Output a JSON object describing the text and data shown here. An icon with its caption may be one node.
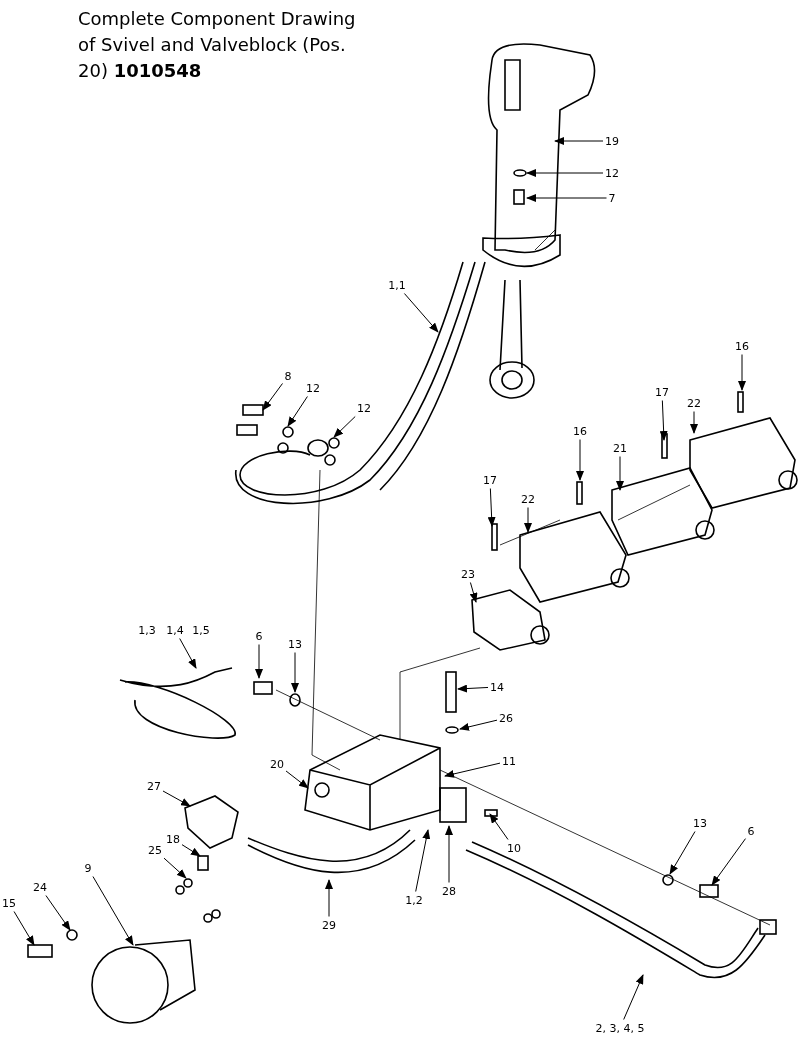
{
  "diagram": {
    "title": "Complete Component Drawing of Svivel and Valveblock (Pos. 20) **1010548**",
    "nodes": [
      {
        "text": [
          "19"
        ]
      },
      {
        "text": [
          "12"
        ]
      },
      {
        "text": [
          "7"
        ]
      },
      {
        "text": [
          "1,1"
        ]
      },
      {
        "text": [
          "8"
        ]
      },
      {
        "text": [
          "12"
        ]
      },
      {
        "text": [
          "12"
        ]
      },
      {
        "text": [
          "16"
        ]
      },
      {
        "text": [
          "17"
        ]
      },
      {
        "text": [
          "22"
        ]
      },
      {
        "text": [
          "16"
        ]
      },
      {
        "text": [
          "21"
        ]
      },
      {
        "text": [
          "17"
        ]
      },
      {
        "text": [
          "22"
        ]
      },
      {
        "text": [
          "23"
        ]
      },
      {
        "text": [
          "1,4"
        ]
      },
      {
        "text": [
          "6"
        ]
      },
      {
        "text": [
          "13"
        ]
      },
      {
        "text": [
          "14"
        ]
      },
      {
        "text": [
          "26"
        ]
      },
      {
        "text": [
          "20"
        ]
      },
      {
        "text": [
          "11"
        ]
      },
      {
        "text": [
          "27"
        ]
      },
      {
        "text": [
          "10"
        ]
      },
      {
        "text": [
          "18"
        ]
      },
      {
        "text": [
          "25"
        ]
      },
      {
        "text": [
          "1,2"
        ]
      },
      {
        "text": [
          "28"
        ]
      },
      {
        "text": [
          "29"
        ]
      },
      {
        "text": [
          "9"
        ]
      },
      {
        "text": [
          "24"
        ]
      },
      {
        "text": [
          "15"
        ]
      },
      {
        "text": [
          "13"
        ]
      },
      {
        "text": [
          "6"
        ]
      },
      {
        "text": [
          "2, 3, 4, 5"
        ]
      }
    ],
    "edges": [
      {
        "from": 0,
        "to": null,
        "arrow": "to"
      },
      {
        "from": 1,
        "to": null,
        "arrow": "to"
      },
      {
        "from": 2,
        "to": null,
        "arrow": "to"
      },
      {
        "from": 3,
        "to": null,
        "arrow": "to"
      },
      {
        "from": 4,
        "to": null,
        "arrow": "to"
      },
      {
        "from": 5,
        "to": null,
        "arrow": "to"
      },
      {
        "from": 6,
        "to": null,
        "arrow": "to"
      },
      {
        "from": 7,
        "to": null,
        "arrow": "to"
      },
      {
        "from": 8,
        "to": null,
        "arrow": "to"
      },
      {
        "from": 9,
        "to": null,
        "arrow": "to"
      },
      {
        "from": 10,
        "to": null,
        "arrow": "to"
      },
      {
        "from": 11,
        "to": null,
        "arrow": "to"
      },
      {
        "from": 12,
        "to": null,
        "arrow": "to"
      },
      {
        "from": 13,
        "to": null,
        "arrow": "to"
      },
      {
        "from": 14,
        "to": null,
        "arrow": "to"
      },
      {
        "from": 15,
        "to": null,
        "arrow": "to"
      },
      {
        "from": 16,
        "to": null,
        "arrow": "to"
      },
      {
        "from": 17,
        "to": null,
        "arrow": "to"
      },
      {
        "from": 18,
        "to": null,
        "arrow": "to"
      },
      {
        "from": 19,
        "to": null,
        "arrow": "to"
      },
      {
        "from": 20,
        "to": null,
        "arrow": "to"
      },
      {
        "from": 21,
        "to": null,
        "arrow": "to"
      },
      {
        "from": 22,
        "to": null,
        "arrow": "to"
      },
      {
        "from": 23,
        "to": null,
        "arrow": "to"
      },
      {
        "from": 24,
        "to": null,
        "arrow": "to"
      },
      {
        "from": 25,
        "to": null,
        "arrow": "to"
      },
      {
        "from": 26,
        "to": null,
        "arrow": "to"
      },
      {
        "from": 27,
        "to": null,
        "arrow": "to"
      },
      {
        "from": 28,
        "to": null,
        "arrow": "to"
      },
      {
        "from": 29,
        "to": null,
        "arrow": "to"
      },
      {
        "from": 30,
        "to": null,
        "arrow": "to"
      },
      {
        "from": 31,
        "to": null,
        "arrow": "to"
      },
      {
        "from": 32,
        "to": null,
        "arrow": "to"
      },
      {
        "from": 33,
        "to": null,
        "arrow": "to"
      },
      {
        "from": 34,
        "to": null,
        "arrow": "to"
      }
    ],
    "labels": [
      "1,3",
      "1,5"
    ]
  }
}
